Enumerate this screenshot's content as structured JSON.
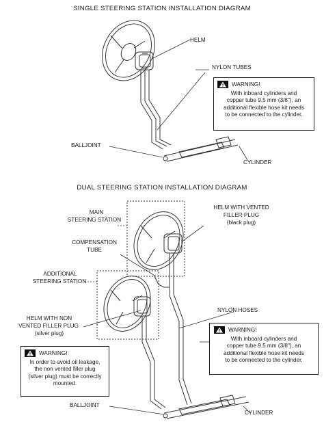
{
  "single": {
    "title": "SINGLE STEERING STATION INSTALLATION DIAGRAM",
    "labels": {
      "helm": "HELM",
      "nylon_tubes": "NYLON TUBES",
      "balljoint": "BALLJOINT",
      "cylinder": "CYLINDER"
    },
    "warning": {
      "heading": "WARNING!",
      "lines": [
        "With inboard cylinders and",
        "copper tube 9,5 mm (3/8\"), an",
        "additional flexible hose kit needs",
        "to be connected to the cylinder."
      ]
    }
  },
  "dual": {
    "title": "DUAL STEERING STATION INSTALLATION DIAGRAM",
    "labels": {
      "main_station_1": "MAIN",
      "main_station_2": "STEERING STATION",
      "helm_vented_1": "HELM WITH VENTED",
      "helm_vented_2": "FILLER PLUG",
      "helm_vented_3": "(black plug)",
      "compensation_1": "COMPENSATION",
      "compensation_2": "TUBE",
      "additional_1": "ADDITIONAL",
      "additional_2": "STEERING STATION",
      "helm_nonvented_1": "HELM WITH NON",
      "helm_nonvented_2": "VENTED FILLER PLUG",
      "helm_nonvented_3": "(silver plug)",
      "nylon_hoses": "NYLON HOSES",
      "balljoint": "BALLJOINT",
      "cylinder": "CYLINDER"
    },
    "warning_right": {
      "heading": "WARNING!",
      "lines": [
        "With inboard cylinders and",
        "copper tube 9,5 mm (3/8\"), an",
        "additional flexible hose kit needs",
        "to be connected to the cylinder."
      ]
    },
    "warning_left": {
      "heading": "WARNING!",
      "lines": [
        "In order to avoid oil leakage,",
        "the non vented filler plug",
        "(silver plug) must be correctly",
        "mounted."
      ]
    }
  }
}
